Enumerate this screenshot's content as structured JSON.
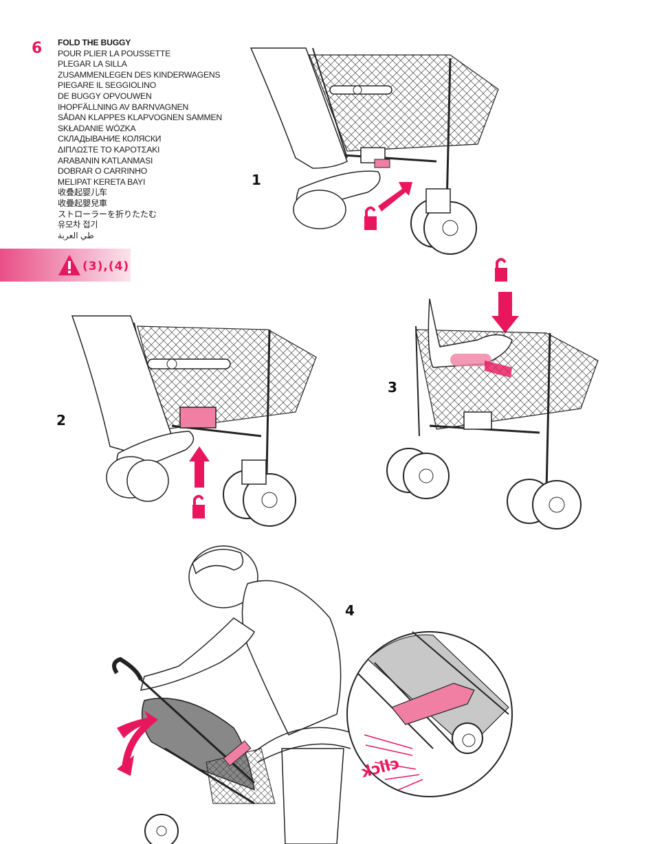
{
  "section_marker": "6",
  "languages": [
    "FOLD THE BUGGY",
    "POUR PLIER LA POUSSETTE",
    "PLEGAR LA SILLA",
    "ZUSAMMENLEGEN DES KINDERWAGENS",
    "PIEGARE IL SEGGIOLINO",
    "DE BUGGY OPVOUWEN",
    "IHOPFÄLLNING AV BARNVAGNEN",
    "SÅDAN KLAPPES KLAPVOGNEN SAMMEN",
    "SKŁADANIE WÓZKA",
    "СКЛАДЫВАНИЕ КОЛЯСКИ",
    "ΔΙΠΛΩΣΤΕ ΤΟ ΚΑΡΟΤΣΑΚΙ",
    "ARABANIN KATLANMASI",
    "DOBRAR O CARRINHO",
    "MELIPAT KERETA BAYI",
    "收叠起婴儿车",
    "收疊起嬰兒車",
    "ストローラーを折りたたむ",
    "유모차 접기",
    "طي العربة"
  ],
  "warning": {
    "icon": "warning-triangle-icon",
    "text": "(3),(4)"
  },
  "steps": [
    {
      "number": "1"
    },
    {
      "number": "2"
    },
    {
      "number": "3"
    },
    {
      "number": "4"
    }
  ],
  "zoom_callout": {
    "text": "click"
  },
  "colors": {
    "accent": "#e8175d",
    "highlight": "#f07fa3",
    "line": "#222222"
  }
}
